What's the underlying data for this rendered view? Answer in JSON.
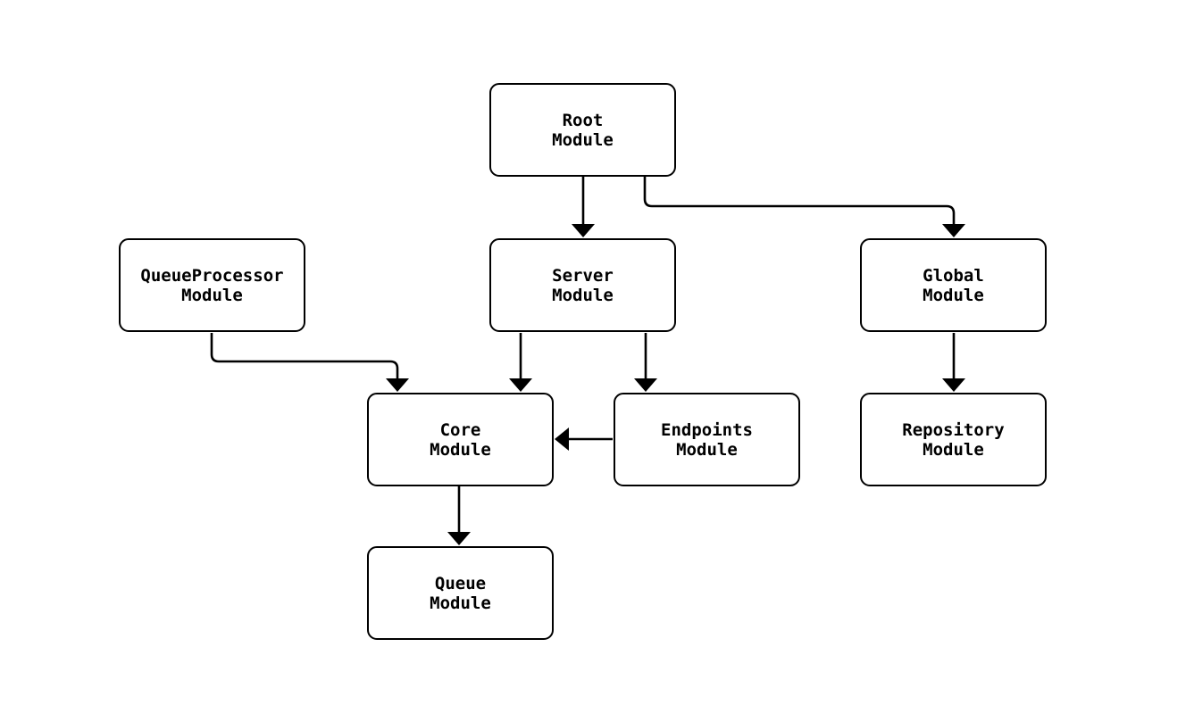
{
  "diagram": {
    "background_color": "#ffffff",
    "stroke_color": "#000000",
    "node_fill_color": "#ffffff",
    "text_color": "#000000",
    "nodes": {
      "root": {
        "line1": "Root",
        "line2": "Module"
      },
      "queueprocessor": {
        "line1": "QueueProcessor",
        "line2": "Module"
      },
      "server": {
        "line1": "Server",
        "line2": "Module"
      },
      "global": {
        "line1": "Global",
        "line2": "Module"
      },
      "core": {
        "line1": "Core",
        "line2": "Module"
      },
      "endpoints": {
        "line1": "Endpoints",
        "line2": "Module"
      },
      "repository": {
        "line1": "Repository",
        "line2": "Module"
      },
      "queue": {
        "line1": "Queue",
        "line2": "Module"
      }
    },
    "edges": [
      {
        "from": "Root Module",
        "to": "Server Module"
      },
      {
        "from": "Root Module",
        "to": "Global Module"
      },
      {
        "from": "QueueProcessor Module",
        "to": "Core Module"
      },
      {
        "from": "Server Module",
        "to": "Core Module"
      },
      {
        "from": "Server Module",
        "to": "Endpoints Module"
      },
      {
        "from": "Endpoints Module",
        "to": "Core Module"
      },
      {
        "from": "Global Module",
        "to": "Repository Module"
      },
      {
        "from": "Core Module",
        "to": "Queue Module"
      }
    ]
  }
}
